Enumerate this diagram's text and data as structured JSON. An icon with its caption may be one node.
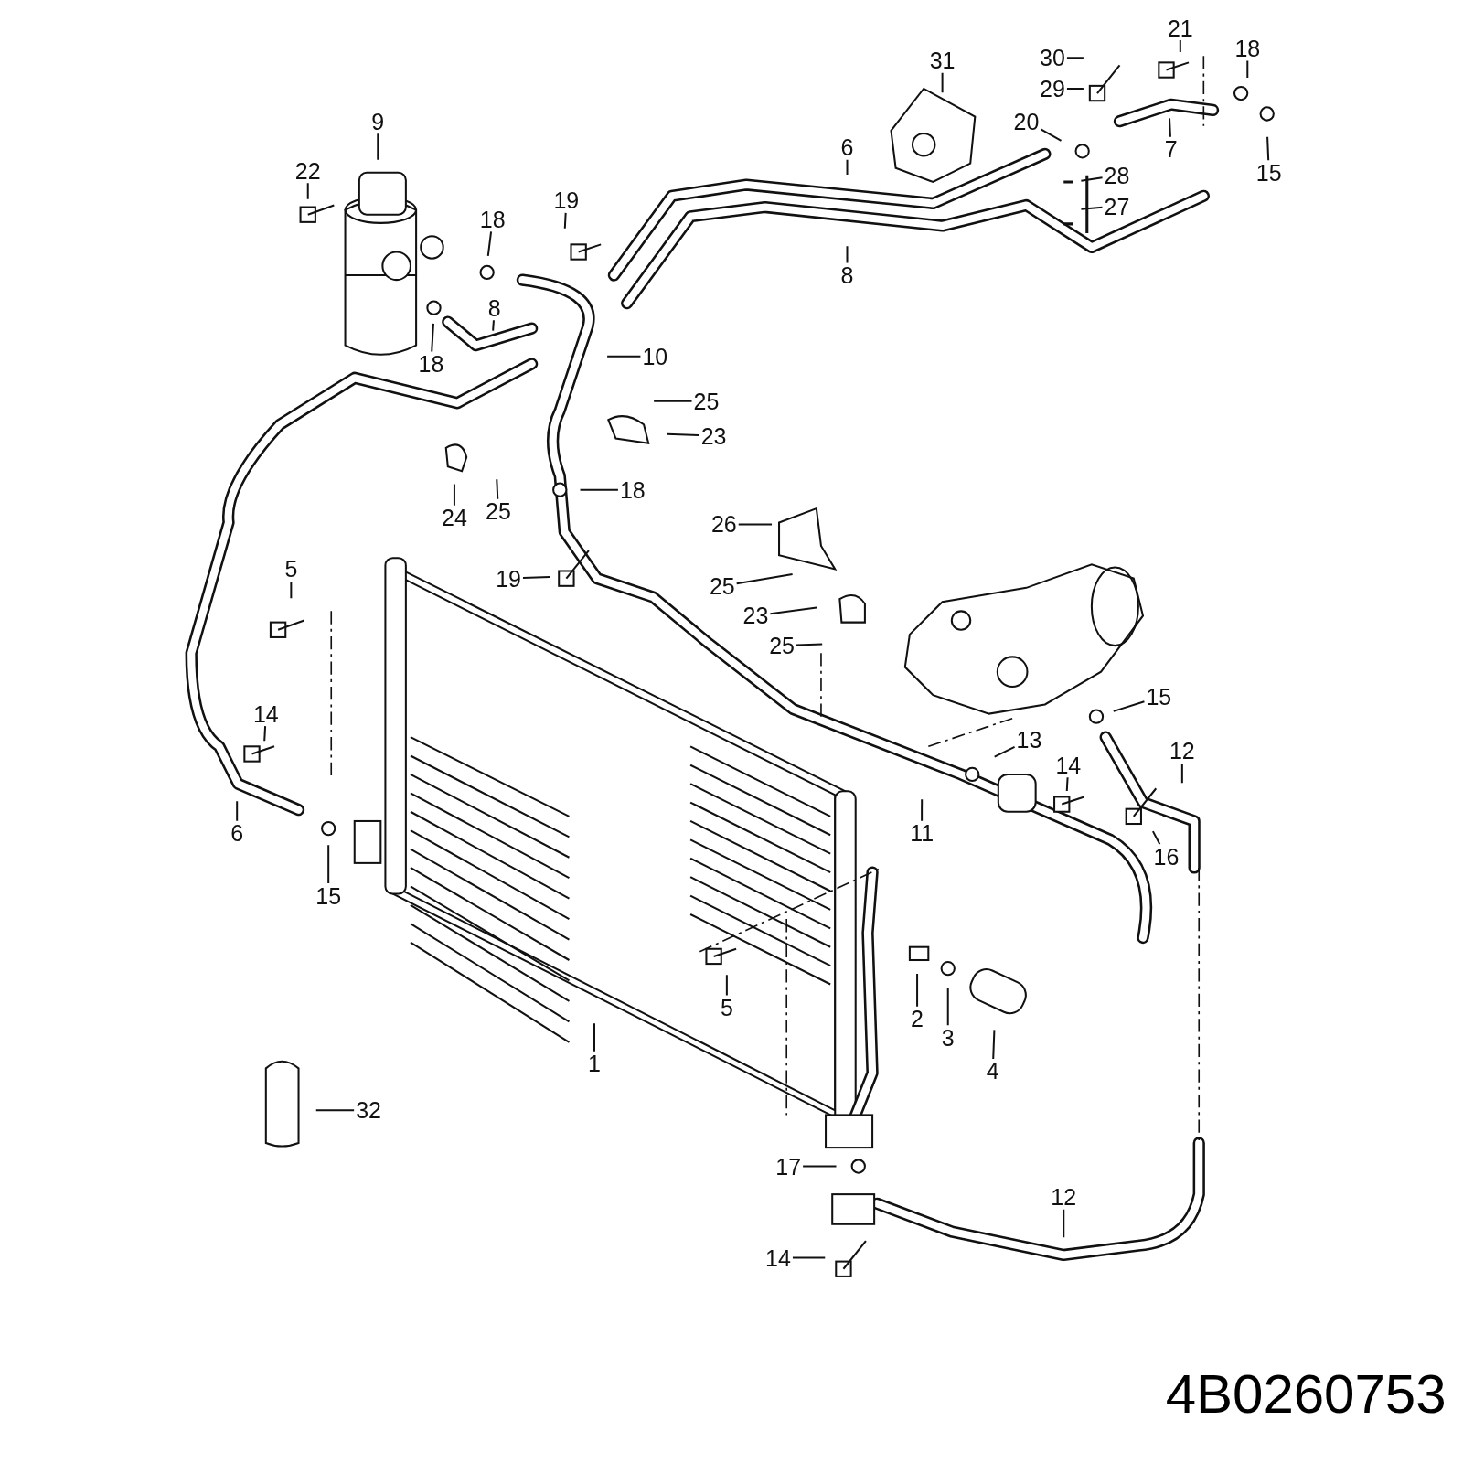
{
  "diagram": {
    "nodes": [
      {
        "text": [
          "9"
        ]
      },
      {
        "text": [
          "22"
        ]
      },
      {
        "text": [
          "18"
        ]
      },
      {
        "text": [
          "19"
        ]
      },
      {
        "text": [
          "8"
        ]
      },
      {
        "text": [
          "18"
        ]
      },
      {
        "text": [
          "10"
        ]
      },
      {
        "text": [
          "25"
        ]
      },
      {
        "text": [
          "23"
        ]
      },
      {
        "text": [
          "24"
        ]
      },
      {
        "text": [
          "25"
        ]
      },
      {
        "text": [
          "18"
        ]
      },
      {
        "text": [
          "19"
        ]
      },
      {
        "text": [
          "26"
        ]
      },
      {
        "text": [
          "25"
        ]
      },
      {
        "text": [
          "23"
        ]
      },
      {
        "text": [
          "25"
        ]
      },
      {
        "text": [
          "5"
        ]
      },
      {
        "text": [
          "14"
        ]
      },
      {
        "text": [
          "6"
        ]
      },
      {
        "text": [
          "15"
        ]
      },
      {
        "text": [
          "1"
        ]
      },
      {
        "text": [
          "5"
        ]
      },
      {
        "text": [
          "2"
        ]
      },
      {
        "text": [
          "3"
        ]
      },
      {
        "text": [
          "4"
        ]
      },
      {
        "text": [
          "32"
        ]
      },
      {
        "text": [
          "17"
        ]
      },
      {
        "text": [
          "14"
        ]
      },
      {
        "text": [
          "12"
        ]
      },
      {
        "text": [
          "11"
        ]
      },
      {
        "text": [
          "13"
        ]
      },
      {
        "text": [
          "14"
        ]
      },
      {
        "text": [
          "16"
        ]
      },
      {
        "text": [
          "12"
        ]
      },
      {
        "text": [
          "15"
        ]
      },
      {
        "text": [
          "31"
        ]
      },
      {
        "text": [
          "6"
        ]
      },
      {
        "text": [
          "8"
        ]
      },
      {
        "text": [
          "30"
        ]
      },
      {
        "text": [
          "29"
        ]
      },
      {
        "text": [
          "21"
        ]
      },
      {
        "text": [
          "18"
        ]
      },
      {
        "text": [
          "20"
        ]
      },
      {
        "text": [
          "7"
        ]
      },
      {
        "text": [
          "15"
        ]
      },
      {
        "text": [
          "28"
        ]
      },
      {
        "text": [
          "27"
        ]
      }
    ],
    "edges": [
      {
        "from": 0,
        "to": null,
        "arrow": "none"
      },
      {
        "from": 1,
        "to": null,
        "arrow": "none"
      },
      {
        "from": 2,
        "to": null,
        "arrow": "none"
      },
      {
        "from": 3,
        "to": null,
        "arrow": "none"
      },
      {
        "from": 4,
        "to": null,
        "arrow": "none"
      },
      {
        "from": 5,
        "to": null,
        "arrow": "none"
      },
      {
        "from": 6,
        "to": null,
        "arrow": "none"
      },
      {
        "from": 7,
        "to": null,
        "arrow": "none"
      },
      {
        "from": 8,
        "to": null,
        "arrow": "none"
      },
      {
        "from": 9,
        "to": null,
        "arrow": "none"
      },
      {
        "from": 10,
        "to": null,
        "arrow": "none"
      },
      {
        "from": 11,
        "to": null,
        "arrow": "none"
      },
      {
        "from": 12,
        "to": null,
        "arrow": "none"
      },
      {
        "from": 13,
        "to": null,
        "arrow": "none"
      },
      {
        "from": 14,
        "to": null,
        "arrow": "none"
      },
      {
        "from": 15,
        "to": null,
        "arrow": "none"
      },
      {
        "from": 16,
        "to": null,
        "arrow": "none"
      },
      {
        "from": 17,
        "to": null,
        "arrow": "none"
      },
      {
        "from": 18,
        "to": null,
        "arrow": "none"
      },
      {
        "from": 19,
        "to": null,
        "arrow": "none"
      },
      {
        "from": 20,
        "to": null,
        "arrow": "none"
      },
      {
        "from": 21,
        "to": null,
        "arrow": "none"
      },
      {
        "from": 22,
        "to": null,
        "arrow": "none"
      },
      {
        "from": 23,
        "to": null,
        "arrow": "none"
      },
      {
        "from": 24,
        "to": null,
        "arrow": "none"
      },
      {
        "from": 25,
        "to": null,
        "arrow": "none"
      },
      {
        "from": 26,
        "to": null,
        "arrow": "none"
      },
      {
        "from": 27,
        "to": null,
        "arrow": "none"
      },
      {
        "from": 28,
        "to": null,
        "arrow": "none"
      },
      {
        "from": 29,
        "to": null,
        "arrow": "none"
      },
      {
        "from": 30,
        "to": null,
        "arrow": "none"
      },
      {
        "from": 31,
        "to": null,
        "arrow": "none"
      },
      {
        "from": 32,
        "to": null,
        "arrow": "none"
      },
      {
        "from": 33,
        "to": null,
        "arrow": "none"
      },
      {
        "from": 34,
        "to": null,
        "arrow": "none"
      },
      {
        "from": 35,
        "to": null,
        "arrow": "none"
      },
      {
        "from": 36,
        "to": null,
        "arrow": "none"
      },
      {
        "from": 37,
        "to": null,
        "arrow": "none"
      },
      {
        "from": 38,
        "to": null,
        "arrow": "none"
      },
      {
        "from": 39,
        "to": null,
        "arrow": "none"
      },
      {
        "from": 40,
        "to": null,
        "arrow": "none"
      },
      {
        "from": 41,
        "to": null,
        "arrow": "none"
      },
      {
        "from": 42,
        "to": null,
        "arrow": "none"
      },
      {
        "from": 43,
        "to": null,
        "arrow": "none"
      },
      {
        "from": 44,
        "to": null,
        "arrow": "none"
      },
      {
        "from": 45,
        "to": null,
        "arrow": "none"
      },
      {
        "from": 46,
        "to": null,
        "arrow": "none"
      },
      {
        "from": 47,
        "to": null,
        "arrow": "none"
      }
    ],
    "labels": [
      "4B0260753"
    ]
  }
}
